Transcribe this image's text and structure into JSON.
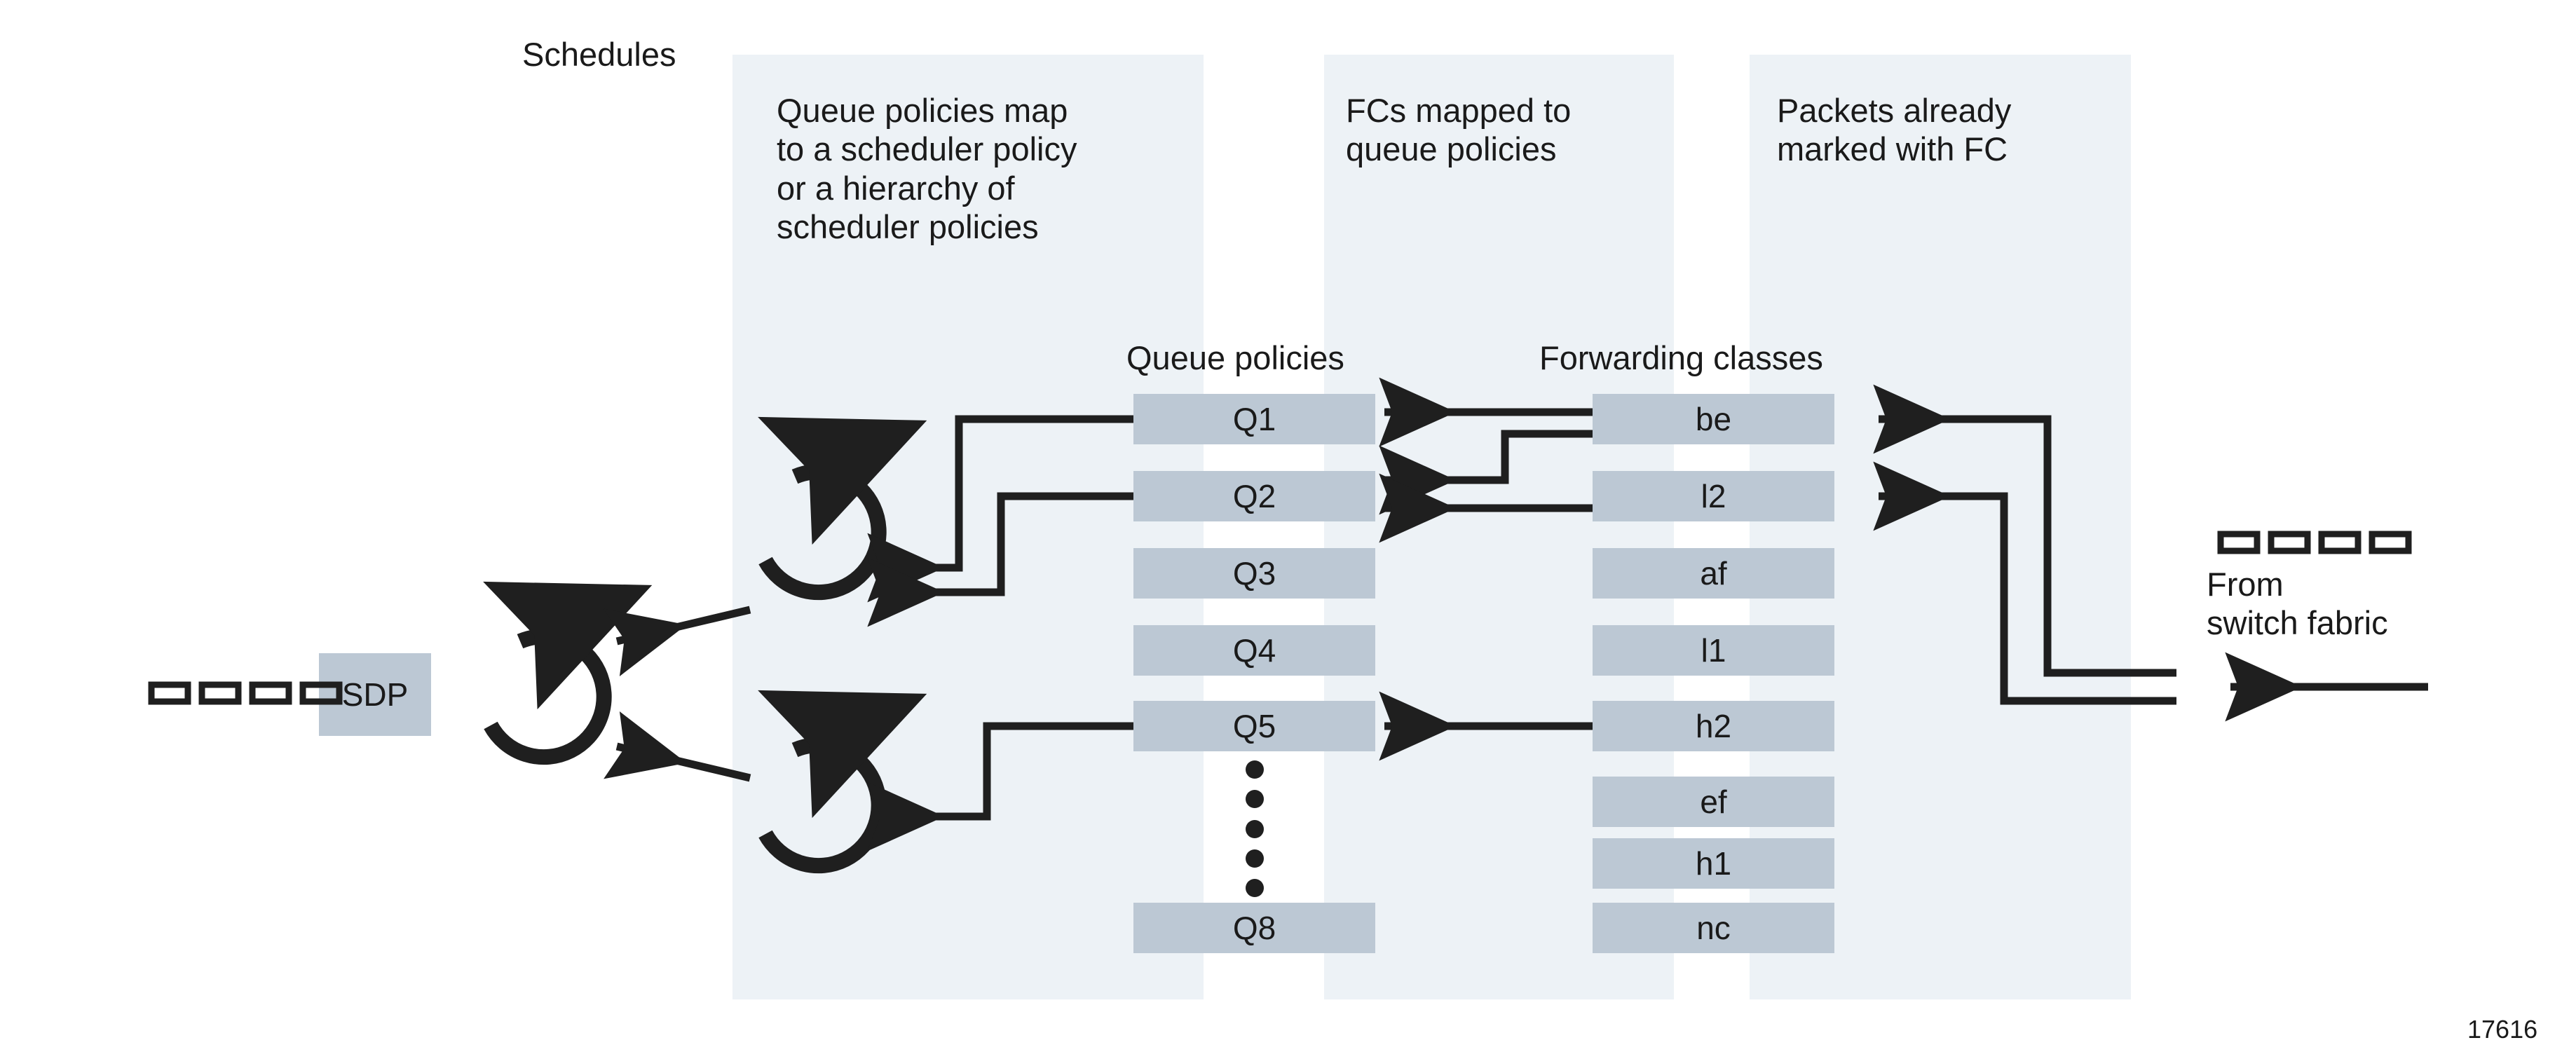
{
  "figure": {
    "number": "17616",
    "schedules_label": "Schedules",
    "accent_box_color": "#bcc8d4",
    "band_color": "#edf2f6",
    "line_color": "#1f1f1f"
  },
  "annotations": [
    {
      "id": "queue-policies-note",
      "text": "Queue policies map\nto a scheduler policy\nor a hierarchy of\nscheduler policies"
    },
    {
      "id": "fcs-note",
      "text": "FCs mapped to\nqueue policies"
    },
    {
      "id": "packets-note",
      "text": "Packets already\nmarked with FC"
    }
  ],
  "columns": {
    "queue_policies_header": "Queue policies",
    "forwarding_classes_header": "Forwarding classes"
  },
  "queues": [
    {
      "label": "Q1"
    },
    {
      "label": "Q2"
    },
    {
      "label": "Q3"
    },
    {
      "label": "Q4"
    },
    {
      "label": "Q5"
    },
    {
      "label": "Q8"
    }
  ],
  "forwarding_classes": [
    {
      "label": "be"
    },
    {
      "label": "l2"
    },
    {
      "label": "af"
    },
    {
      "label": "l1"
    },
    {
      "label": "h2"
    },
    {
      "label": "ef"
    },
    {
      "label": "h1"
    },
    {
      "label": "nc"
    }
  ],
  "ellipsis_dots": 5,
  "sdp": {
    "label": "SDP"
  },
  "source": {
    "label": "From\nswitch fabric"
  }
}
